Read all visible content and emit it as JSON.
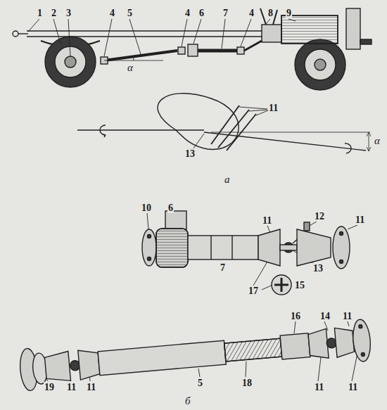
{
  "diagram": {
    "labels": [
      "1",
      "2",
      "3",
      "4",
      "5",
      "4",
      "6",
      "7",
      "4",
      "8",
      "9",
      "α",
      "11",
      "13",
      "α",
      "а",
      "10",
      "6",
      "11",
      "12",
      "11",
      "7",
      "13",
      "15",
      "17",
      "16",
      "14",
      "11",
      "19",
      "11",
      "11",
      "5",
      "18",
      "11",
      "11",
      "б"
    ]
  }
}
